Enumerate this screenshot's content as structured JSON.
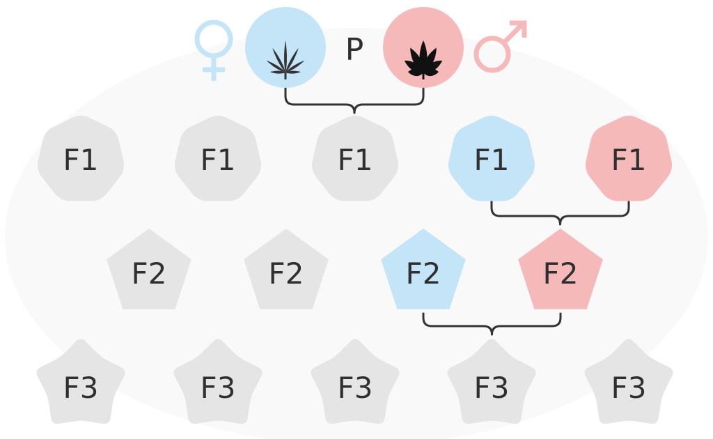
{
  "colors": {
    "female": "#c4e4f8",
    "male": "#f5b9b9",
    "neutral": "#e5e5e5",
    "background_oval": "#f9f9f9",
    "line": "#333333",
    "label": "#2f2f2f",
    "leaf_light": "#333333",
    "leaf_dark": "#111111"
  },
  "header": {
    "female_symbol_icon": "female-symbol-icon",
    "female_plant_icon": "cannabis-leaf-icon",
    "parent_label": "P",
    "male_plant_icon": "cannabis-leaf-icon",
    "male_symbol_icon": "male-symbol-icon"
  },
  "generations": [
    {
      "name": "F1",
      "shape": "rounded-heptagon",
      "nodes": [
        {
          "label": "F1",
          "color": "neutral"
        },
        {
          "label": "F1",
          "color": "neutral"
        },
        {
          "label": "F1",
          "color": "neutral"
        },
        {
          "label": "F1",
          "color": "female"
        },
        {
          "label": "F1",
          "color": "male"
        }
      ]
    },
    {
      "name": "F2",
      "shape": "pentagon",
      "nodes": [
        {
          "label": "F2",
          "color": "neutral"
        },
        {
          "label": "F2",
          "color": "neutral"
        },
        {
          "label": "F2",
          "color": "female"
        },
        {
          "label": "F2",
          "color": "male"
        }
      ]
    },
    {
      "name": "F3",
      "shape": "star",
      "nodes": [
        {
          "label": "F3",
          "color": "neutral"
        },
        {
          "label": "F3",
          "color": "neutral"
        },
        {
          "label": "F3",
          "color": "neutral"
        },
        {
          "label": "F3",
          "color": "neutral"
        },
        {
          "label": "F3",
          "color": "neutral"
        }
      ]
    }
  ],
  "crosses": [
    {
      "from": [
        "P-female",
        "P-male"
      ],
      "to": "F1-3"
    },
    {
      "from": [
        "F1-4",
        "F1-5"
      ],
      "to": "F2-4"
    },
    {
      "from": [
        "F2-3",
        "F2-4"
      ],
      "to": "F3-4"
    }
  ]
}
